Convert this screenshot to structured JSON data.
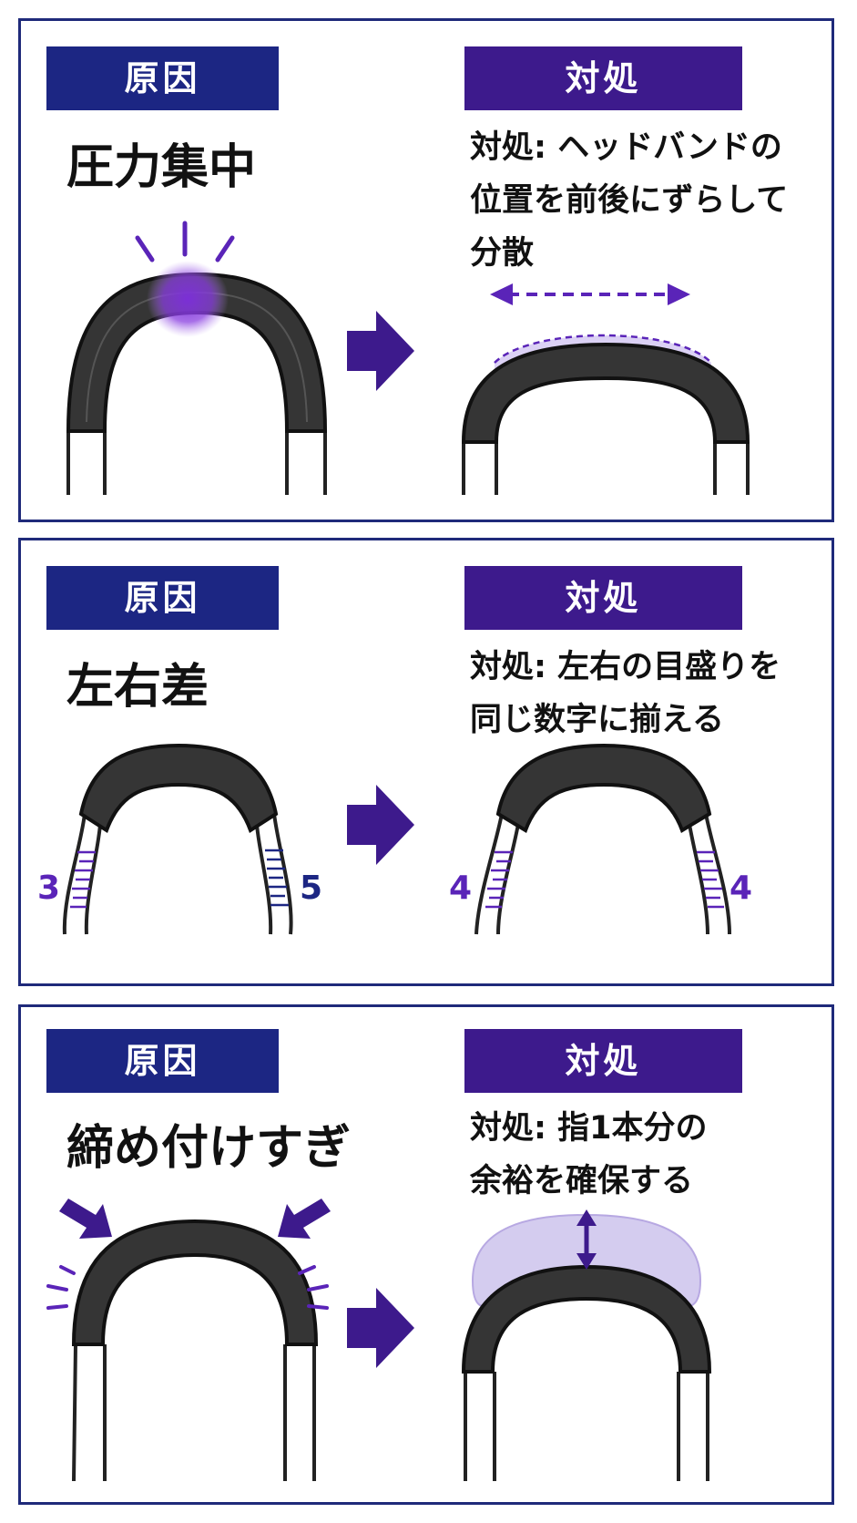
{
  "panels": [
    {
      "cause_label": "原因",
      "fix_label": "対処",
      "cause_title": "圧力集中",
      "fix_lines": [
        "対処: ヘッドバンドの",
        "位置を前後にずらして",
        "分散"
      ]
    },
    {
      "cause_label": "原因",
      "fix_label": "対処",
      "cause_title": "左右差",
      "fix_lines": [
        "対処: 左右の目盛りを",
        "同じ数字に揃える"
      ],
      "before_left": "3",
      "before_right": "5",
      "after_left": "4",
      "after_right": "4"
    },
    {
      "cause_label": "原因",
      "fix_label": "対処",
      "cause_title": "締め付けすぎ",
      "fix_lines": [
        "対処: 指1本分の",
        "余裕を確保する"
      ]
    }
  ],
  "colors": {
    "navy": "#1c2683",
    "purple": "#3d1a8c",
    "band": "#333333",
    "accent": "#6a3bd0"
  },
  "icons": {
    "step_arrow": "right-arrow-icon",
    "headband": "headband-icon"
  }
}
